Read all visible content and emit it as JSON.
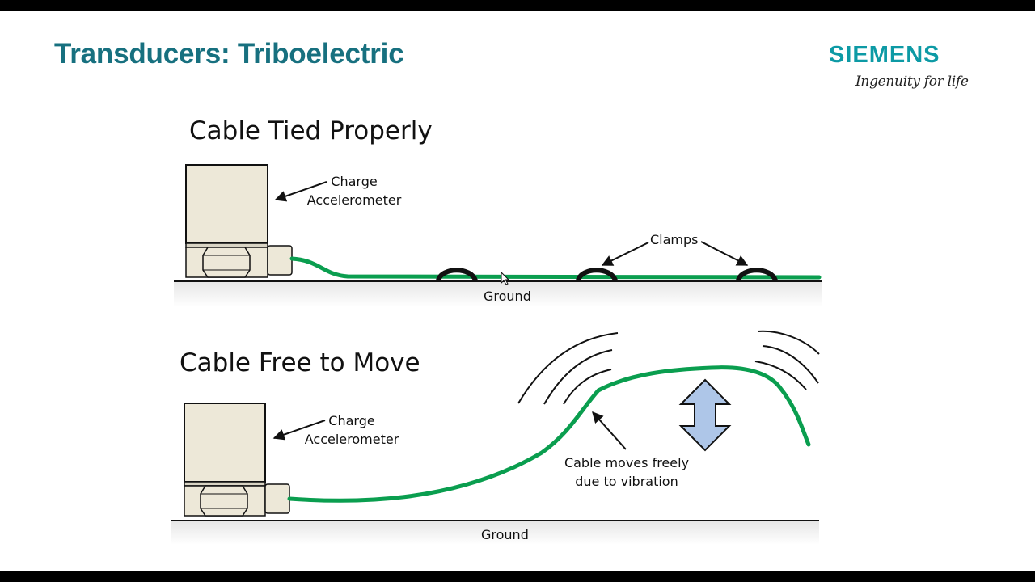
{
  "slide": {
    "title": "Transducers: Triboelectric",
    "brand": {
      "name": "SIEMENS",
      "tagline": "Ingenuity for life"
    },
    "colors": {
      "title": "#17707f",
      "brand": "#0d9aa5",
      "cable": "#0a9e4f",
      "arrow": "#aec6e8"
    }
  },
  "diagram_top": {
    "heading": "Cable Tied Properly",
    "sensor_label_line1": "Charge",
    "sensor_label_line2": "Accelerometer",
    "clamps_label": "Clamps",
    "ground_label": "Ground"
  },
  "diagram_bottom": {
    "heading": "Cable Free to Move",
    "sensor_label_line1": "Charge",
    "sensor_label_line2": "Accelerometer",
    "cable_note_line1": "Cable moves freely",
    "cable_note_line2": "due to vibration",
    "ground_label": "Ground"
  }
}
